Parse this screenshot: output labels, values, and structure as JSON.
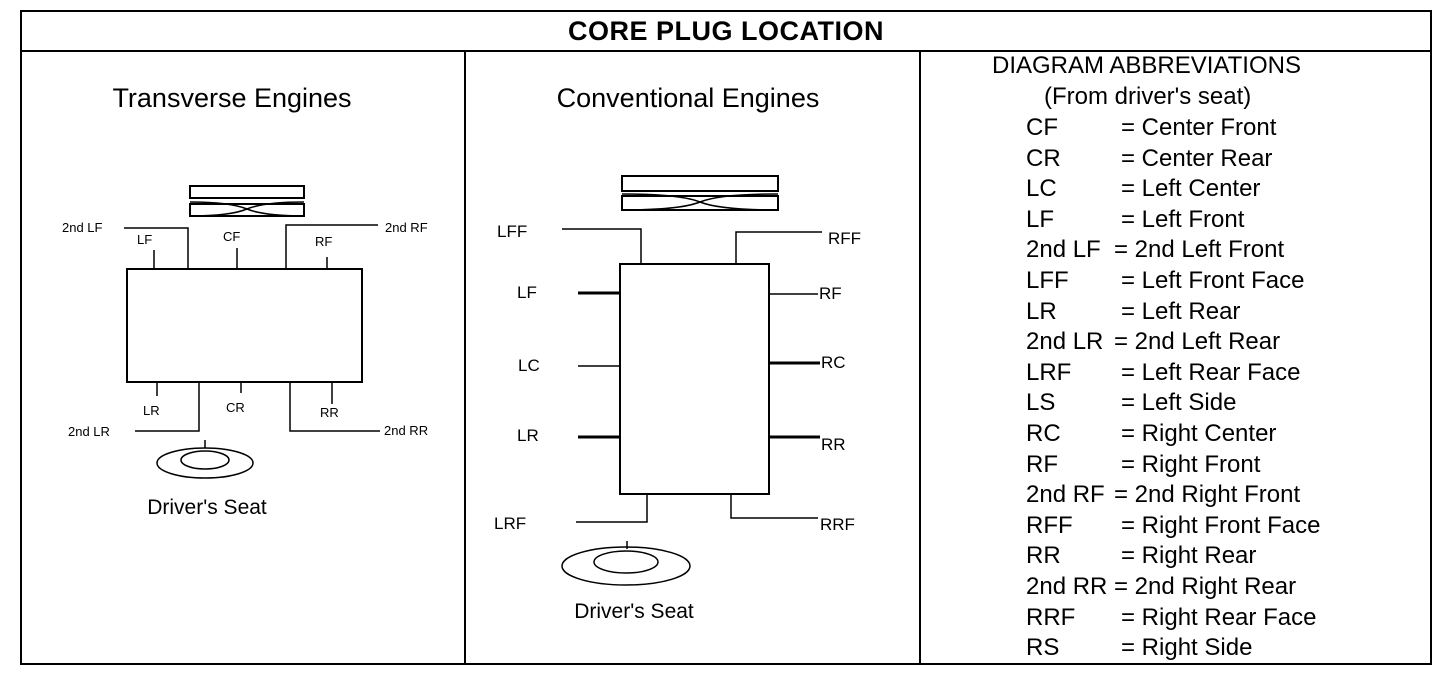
{
  "title": "CORE PLUG LOCATION",
  "transverse": {
    "title": "Transverse Engines",
    "labels": {
      "second_lf": "2nd LF",
      "lf": "LF",
      "cf": "CF",
      "rf": "RF",
      "second_rf": "2nd RF",
      "lr": "LR",
      "cr": "CR",
      "rr": "RR",
      "second_lr": "2nd LR",
      "second_rr": "2nd RR"
    },
    "seat_label": "Driver's Seat"
  },
  "conventional": {
    "title": "Conventional Engines",
    "labels": {
      "lff": "LFF",
      "rff": "RFF",
      "lf": "LF",
      "rf": "RF",
      "lc": "LC",
      "rc": "RC",
      "lr": "LR",
      "rr": "RR",
      "lrf": "LRF",
      "rrf": "RRF"
    },
    "seat_label": "Driver's Seat"
  },
  "abbreviations": {
    "title": "DIAGRAM ABBREVIATIONS",
    "subtitle": "(From driver's seat)",
    "items": [
      {
        "code": "CF",
        "desc": "= Center Front"
      },
      {
        "code": "CR",
        "desc": "= Center Rear"
      },
      {
        "code": "LC",
        "desc": "= Left Center"
      },
      {
        "code": "LF",
        "desc": "= Left Front"
      },
      {
        "code": "2nd LF",
        "desc": "= 2nd Left Front"
      },
      {
        "code": "LFF",
        "desc": "= Left Front Face"
      },
      {
        "code": "LR",
        "desc": "= Left Rear"
      },
      {
        "code": "2nd LR",
        "desc": "= 2nd Left Rear"
      },
      {
        "code": "LRF",
        "desc": "= Left Rear Face"
      },
      {
        "code": "LS",
        "desc": "= Left Side"
      },
      {
        "code": "RC",
        "desc": "= Right Center"
      },
      {
        "code": "RF",
        "desc": "= Right Front"
      },
      {
        "code": "2nd RF",
        "desc": "= 2nd Right Front"
      },
      {
        "code": "RFF",
        "desc": "= Right Front Face"
      },
      {
        "code": "RR",
        "desc": "= Right Rear"
      },
      {
        "code": "2nd RR",
        "desc": "= 2nd Right Rear"
      },
      {
        "code": "RRF",
        "desc": "= Right Rear Face"
      },
      {
        "code": "RS",
        "desc": "= Right Side"
      }
    ]
  }
}
